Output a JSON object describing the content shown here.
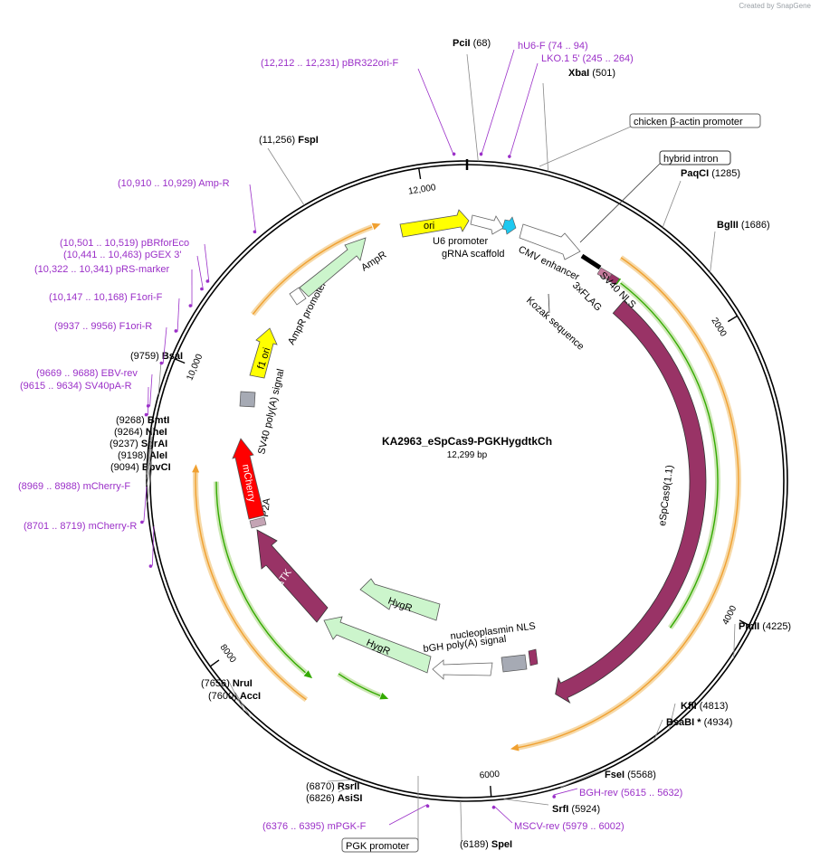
{
  "watermark": "Created by SnapGene",
  "plasmid": {
    "name": "KA2963_eSpCas9-PGKHygdtkCh",
    "length_label": "12,299 bp",
    "length": 12299
  },
  "ruler_ticks": [
    {
      "pos": 2000,
      "label": "2000"
    },
    {
      "pos": 4000,
      "label": "4000"
    },
    {
      "pos": 6000,
      "label": "6000"
    },
    {
      "pos": 8000,
      "label": "8000"
    },
    {
      "pos": 10000,
      "label": "10,000"
    },
    {
      "pos": 12000,
      "label": "12,000"
    }
  ],
  "enzymes": [
    {
      "name": "PciI",
      "pos": "(68)",
      "at": 68
    },
    {
      "name": "XbaI",
      "pos": "(501)",
      "at": 501
    },
    {
      "name": "PaqCI",
      "pos": "(1285)",
      "at": 1285
    },
    {
      "name": "BglII",
      "pos": "(1686)",
      "at": 1686
    },
    {
      "name": "PmlI",
      "pos": "(4225)",
      "at": 4225
    },
    {
      "name": "KflI",
      "pos": "(4813)",
      "at": 4813
    },
    {
      "name": "BsaBI *",
      "pos": "(4934)",
      "at": 4934
    },
    {
      "name": "FseI",
      "pos": "(5568)",
      "at": 5568
    },
    {
      "name": "SrfI",
      "pos": "(5924)",
      "at": 5924
    },
    {
      "name": "SpeI",
      "pos": "(6189)",
      "at": 6189
    },
    {
      "name": "AsiSI",
      "pos": "(6826)",
      "at": 6826
    },
    {
      "name": "RsrII",
      "pos": "(6870)",
      "at": 6870
    },
    {
      "name": "AccI",
      "pos": "(7600)",
      "at": 7600
    },
    {
      "name": "NruI",
      "pos": "(7656)",
      "at": 7656
    },
    {
      "name": "BbvCI",
      "pos": "(9094)",
      "at": 9094
    },
    {
      "name": "AleI",
      "pos": "(9198)",
      "at": 9198
    },
    {
      "name": "SgrAI",
      "pos": "(9237)",
      "at": 9237
    },
    {
      "name": "NheI",
      "pos": "(9264)",
      "at": 9264
    },
    {
      "name": "BmtI",
      "pos": "(9268)",
      "at": 9268
    },
    {
      "name": "BsaI",
      "pos": "(9759)",
      "at": 9759
    },
    {
      "name": "FspI",
      "pos": "(11,256)",
      "at": 11256
    }
  ],
  "primers": [
    {
      "name": "pBR322ori-F",
      "range": "(12,212 .. 12,231)",
      "at": 12221
    },
    {
      "name": "hU6-F",
      "range": "(74 .. 94)",
      "at": 84
    },
    {
      "name": "LKO.1 5'",
      "range": "(245 .. 264)",
      "at": 254
    },
    {
      "name": "BGH-rev",
      "range": "(5615 .. 5632)",
      "at": 5623
    },
    {
      "name": "MSCV-rev",
      "range": "(5979 .. 6002)",
      "at": 5990
    },
    {
      "name": "mPGK-F",
      "range": "(6376 .. 6395)",
      "at": 6385
    },
    {
      "name": "mCherry-R",
      "range": "(8701 .. 8719)",
      "at": 8710
    },
    {
      "name": "mCherry-F",
      "range": "(8969 .. 8988)",
      "at": 8978
    },
    {
      "name": "SV40pA-R",
      "range": "(9615 .. 9634)",
      "at": 9624
    },
    {
      "name": "EBV-rev",
      "range": "(9669 .. 9688)",
      "at": 9678
    },
    {
      "name": "F1ori-R",
      "range": "(9937 .. 9956)",
      "at": 9946
    },
    {
      "name": "F1ori-F",
      "range": "(10,147 .. 10,168)",
      "at": 10157
    },
    {
      "name": "pRS-marker",
      "range": "(10,322 .. 10,341)",
      "at": 10331
    },
    {
      "name": "pGEX 3'",
      "range": "(10,441 .. 10,463)",
      "at": 10452
    },
    {
      "name": "pBRforEco",
      "range": "(10,501 .. 10,519)",
      "at": 10510
    },
    {
      "name": "Amp-R",
      "range": "(10,910 .. 10,929)",
      "at": 10919
    }
  ],
  "boxed_labels": [
    {
      "name": "chicken β-actin promoter"
    },
    {
      "name": "hybrid intron"
    },
    {
      "name": "PGK promoter"
    }
  ],
  "features": [
    {
      "name": "ori",
      "color": "#ffff00"
    },
    {
      "name": "U6 promoter",
      "color": "#ffffff"
    },
    {
      "name": "gRNA scaffold",
      "color": "#1ec8f0"
    },
    {
      "name": "CMV enhancer",
      "color": "#ffffff"
    },
    {
      "name": "SV40 NLS",
      "color": "#993366"
    },
    {
      "name": "3xFLAG",
      "color": "#c47b9c"
    },
    {
      "name": "Kozak sequence"
    },
    {
      "name": "eSpCas9(1.1)",
      "color": "#993366"
    },
    {
      "name": "nucleoplasmin NLS",
      "color": "#993366"
    },
    {
      "name": "bGH poly(A) signal",
      "color": "#a6aab4"
    },
    {
      "name": "HygR",
      "color": "#ccf5cc"
    },
    {
      "name": "HygR",
      "color": "#ccf5cc"
    },
    {
      "name": "ΔTK",
      "color": "#993366"
    },
    {
      "name": "P2A",
      "color": "#c4a4b4"
    },
    {
      "name": "mCherry",
      "color": "#ff0000"
    },
    {
      "name": "SV40 poly(A) signal",
      "color": "#a6aab4"
    },
    {
      "name": "f1 ori",
      "color": "#ffff00"
    },
    {
      "name": "AmpR promoter",
      "color": "#ffffff"
    },
    {
      "name": "AmpR",
      "color": "#ccf5cc"
    }
  ],
  "colors": {
    "primer": "#9b30c8",
    "orf_orange": "#f0a030",
    "orf_green": "#33aa00",
    "backbone": "#000000"
  }
}
